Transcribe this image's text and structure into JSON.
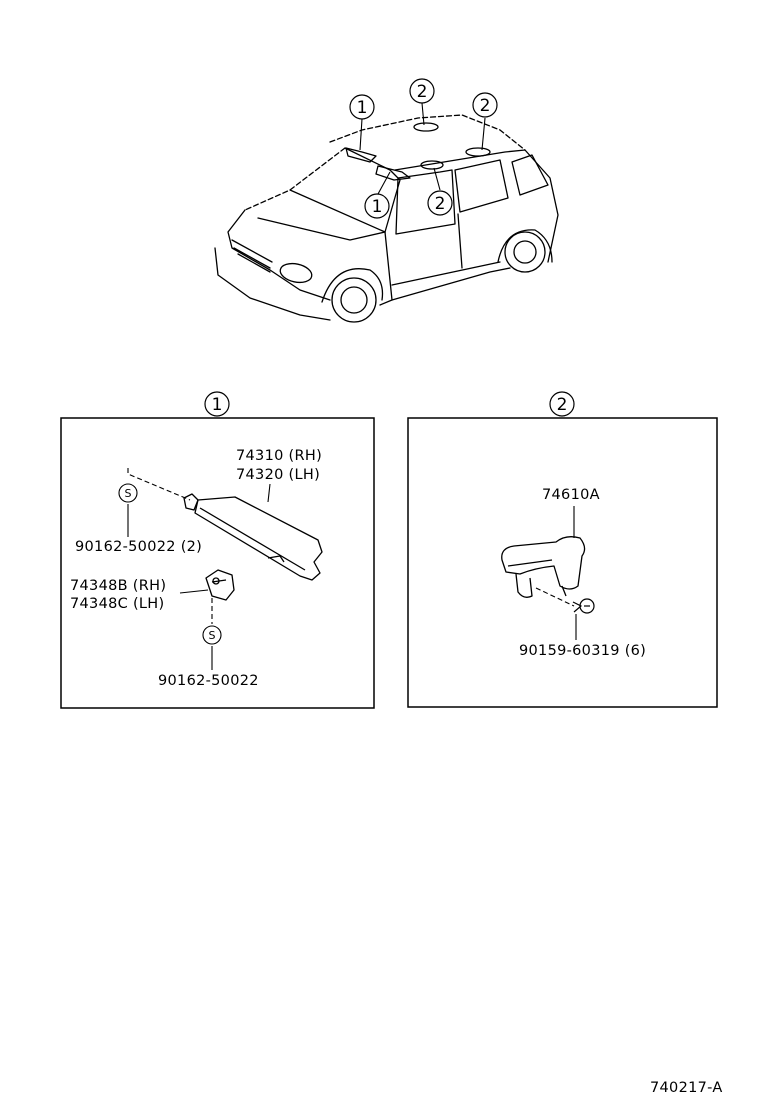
{
  "overview": {
    "callouts": [
      "1",
      "2",
      "2",
      "1",
      "2"
    ]
  },
  "panel_1": {
    "marker": "1",
    "visor_part_rh": "74310 (RH)",
    "visor_part_lh": "74320 (LH)",
    "screw_symbol": "S",
    "screw_upper_part": "90162-50022 (2)",
    "holder_part_rh": "74348B (RH)",
    "holder_part_lh": "74348C (LH)",
    "screw_lower_part": "90162-50022"
  },
  "panel_2": {
    "marker": "2",
    "grip_part": "74610A",
    "screw_part": "90159-60319 (6)"
  },
  "footer": {
    "figure_code": "740217-A"
  }
}
